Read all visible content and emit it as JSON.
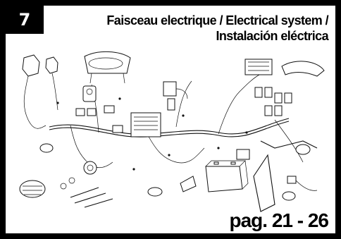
{
  "section": {
    "number": "7"
  },
  "title": {
    "line1": "Faisceau electrique / Electrical system /",
    "line2": "Instalación eléctrica"
  },
  "page_reference": "pag. 21 - 26",
  "colors": {
    "frame": "#000000",
    "badge_text": "#ffffff",
    "line_art": "#111111"
  }
}
